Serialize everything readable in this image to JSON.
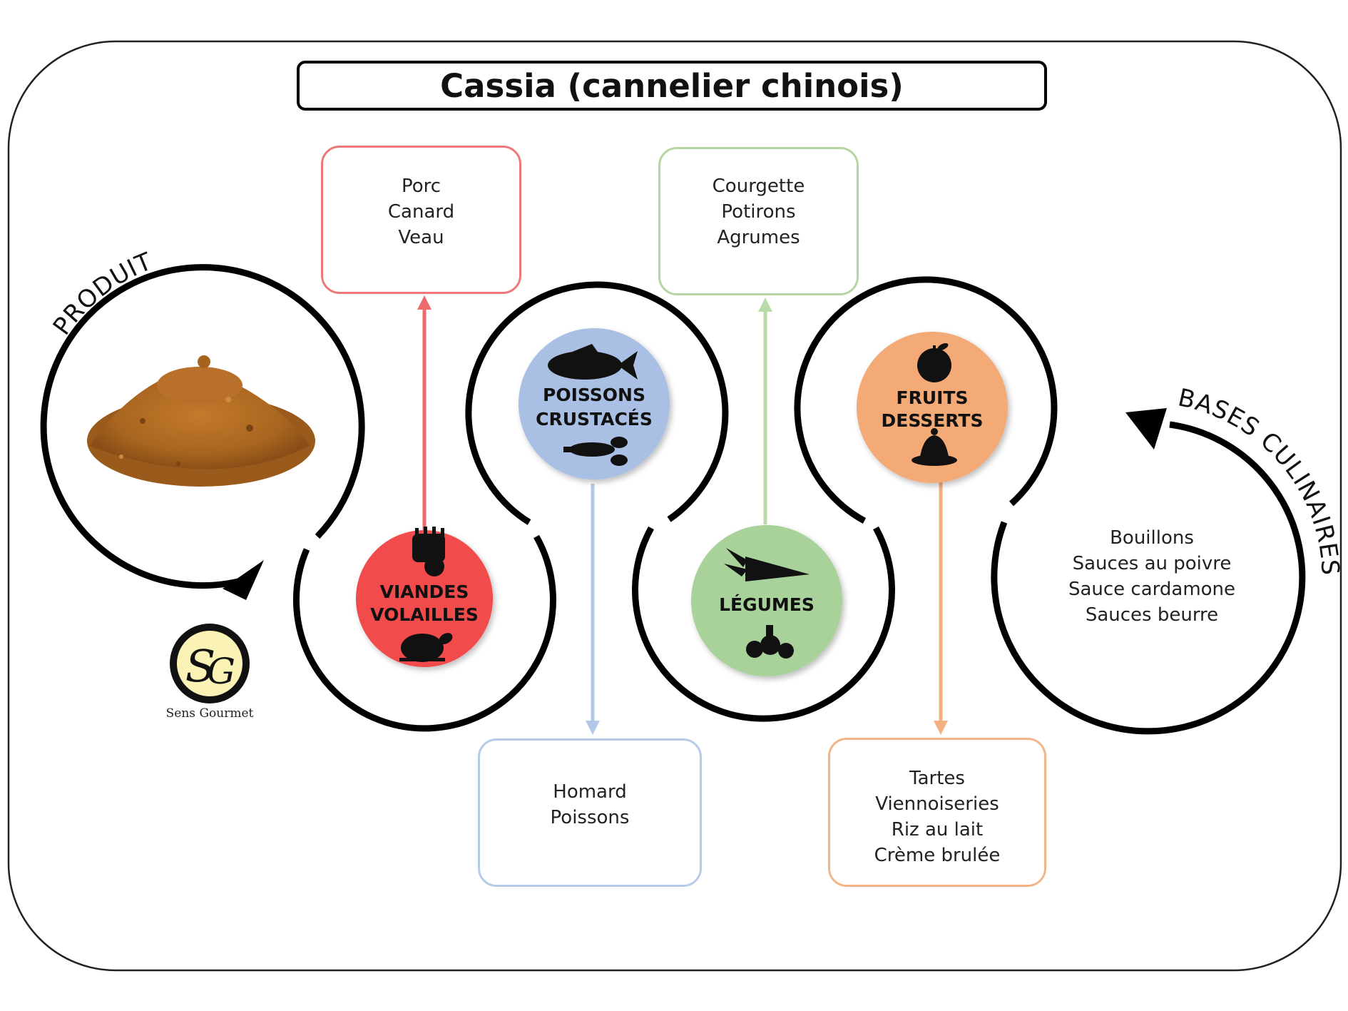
{
  "title": "Cassia (cannelier chinois)",
  "labels": {
    "produit": "PRODUIT",
    "bases": "BASES CULINAIRES"
  },
  "categories": {
    "viandes": {
      "line1": "VIANDES",
      "line2": "VOLAILLES",
      "color": "#f24b4b"
    },
    "poissons": {
      "line1": "POISSONS",
      "line2": "CRUSTACÉS",
      "color": "#a9bfe3"
    },
    "legumes": {
      "line1": "LÉGUMES",
      "color": "#a8d29a"
    },
    "fruits": {
      "line1": "FRUITS",
      "line2": "DESSERTS",
      "color": "#f3aa76"
    }
  },
  "boxes": {
    "viandes": [
      "Porc",
      "Canard",
      "Veau"
    ],
    "legumes": [
      "Courgette",
      "Potirons",
      "Agrumes"
    ],
    "poissons": [
      "Homard",
      "Poissons"
    ],
    "fruits": [
      "Tartes",
      "Viennoiseries",
      "Riz au lait",
      "Crème brulée"
    ]
  },
  "bases_items": [
    "Bouillons",
    "Sauces au poivre",
    "Sauce cardamone",
    "Sauces beurre"
  ],
  "logo": {
    "monogram": "SG",
    "name": "Sens Gourmet"
  },
  "icons": [
    "lamb-rack-icon",
    "roast-chicken-icon",
    "fish-icon",
    "lobster-icon",
    "carrot-icon",
    "radish-icon",
    "apple-icon",
    "pudding-icon",
    "spice-powder-image"
  ],
  "colors": {
    "red": "#f24b4b",
    "blue": "#a9bfe3",
    "green": "#a8d29a",
    "orange": "#f3aa76",
    "arrow_red": "#ee6b6b",
    "arrow_blue": "#b3c8e8",
    "arrow_green": "#b9dba8",
    "arrow_orange": "#f4b07f"
  }
}
